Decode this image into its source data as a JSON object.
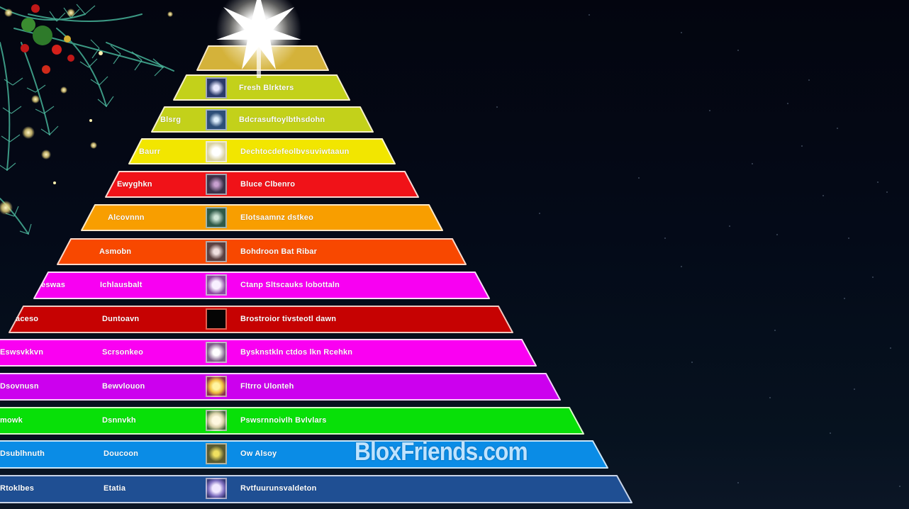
{
  "watermark": "BloxFriends.com",
  "theme": {
    "background": "#040a18",
    "decoration": "christmas-pine-garland",
    "topper": "glowing-star"
  },
  "tiers": [
    {
      "color": "#d4b23a",
      "left_label": "",
      "mid_label": "",
      "desc": "",
      "thumb": "none"
    },
    {
      "color": "#c3d11a",
      "left_label": "",
      "mid_label": "",
      "desc": "Fresh Blrkters",
      "thumb": "#2a3a6a"
    },
    {
      "color": "#c3d11a",
      "left_label": "Blsrg",
      "mid_label": "",
      "desc": "Bdcrasuftoylbthsdohn",
      "thumb": "#2d4e78"
    },
    {
      "color": "#f2e600",
      "left_label": "",
      "mid_label": "Baurr",
      "desc": "Dechtocdefeolbvsuviwtaaun",
      "thumb": "#d8d0a0"
    },
    {
      "color": "#f01218",
      "left_label": "",
      "mid_label": "Ewyghkn",
      "desc": "Bluce Clbenro",
      "thumb": "#3a3048"
    },
    {
      "color": "#f89e00",
      "left_label": "",
      "mid_label": "Alcovnnn",
      "desc": "Elotsaamnz dstkeo",
      "thumb": "#2f5a48"
    },
    {
      "color": "#f84800",
      "left_label": "",
      "mid_label": "Asmobn",
      "desc": "Bohdroon Bat Ribar",
      "thumb": "#5a4040"
    },
    {
      "color": "#f800f2",
      "left_label": "eswas",
      "mid_label": "Ichlausbalt",
      "desc": "Ctanp Sltscauks lobottaln",
      "thumb": "#8a4aa0"
    },
    {
      "color": "#c60202",
      "left_label": "aceso",
      "mid_label": "Duntoavn",
      "desc": "Brostroior tivsteotl dawn",
      "thumb": "#050505"
    },
    {
      "color": "#fa00f2",
      "left_label": "Eswsvkkvn",
      "mid_label": "Scrsonkeo",
      "desc": "Bysknstkln ctdos lkn Rcehkn",
      "thumb": "#7a5a86"
    },
    {
      "color": "#cc00ee",
      "left_label": "Dsovnusn",
      "mid_label": "Bewvlouon",
      "desc": "Fltrro Ulonteh",
      "thumb": "#8a3050"
    },
    {
      "color": "#08e008",
      "left_label": "mowk",
      "mid_label": "Dsnnvkh",
      "desc": "Pswsrnnoivlh Bvlvlars",
      "thumb": "#4a6a40"
    },
    {
      "color": "#0a8ce6",
      "left_label": "Dsublhnuth",
      "mid_label": "Doucoon",
      "desc": "Ow Alsoy",
      "thumb": "#5a5a30"
    },
    {
      "color": "#1f4f93",
      "left_label": "Rtoklbes",
      "mid_label": "Etatia",
      "desc": "Rvtfuurunsvaldeton",
      "thumb": "#3a3a78"
    }
  ]
}
